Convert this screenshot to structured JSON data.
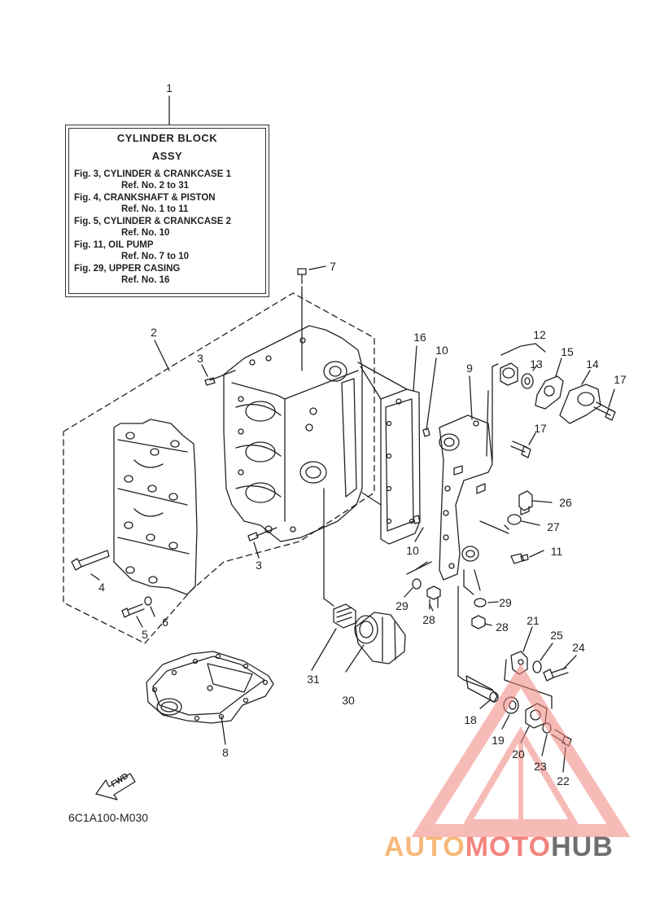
{
  "info_box": {
    "title_line1": "CYLINDER BLOCK",
    "title_line2": "ASSY",
    "lines": [
      "Fig. 3, CYLINDER & CRANKCASE 1",
      "Ref. No. 2 to 31",
      "Fig. 4, CRANKSHAFT & PISTON",
      "Ref. No. 1 to 11",
      "Fig. 5, CYLINDER & CRANKCASE 2",
      "Ref. No. 10",
      "Fig. 11, OIL PUMP",
      "Ref. No. 7 to 10",
      "Fig. 29, UPPER CASING",
      "Ref. No. 16"
    ]
  },
  "callouts": {
    "c1": "1",
    "c2": "2",
    "c3a": "3",
    "c3b": "3",
    "c4": "4",
    "c5": "5",
    "c6": "6",
    "c7": "7",
    "c8": "8",
    "c9": "9",
    "c10a": "10",
    "c10b": "10",
    "c11": "11",
    "c12": "12",
    "c13": "13",
    "c14": "14",
    "c15": "15",
    "c16": "16",
    "c17a": "17",
    "c17b": "17",
    "c18": "18",
    "c19": "19",
    "c20": "20",
    "c21": "21",
    "c22": "22",
    "c23": "23",
    "c24": "24",
    "c25": "25",
    "c26": "26",
    "c27": "27",
    "c28a": "28",
    "c28b": "28",
    "c29a": "29",
    "c29b": "29",
    "c30": "30",
    "c31": "31"
  },
  "fwd_label": "FWD",
  "diagram_code": "6C1A100-M030",
  "watermark": {
    "part1": "AUTO",
    "part2": "MOTO",
    "part3": "HUB"
  },
  "colors": {
    "ink": "#222222",
    "watermark_red": "#f2857e",
    "watermark_orange": "#f6b97a",
    "watermark_gray": "#707070"
  }
}
